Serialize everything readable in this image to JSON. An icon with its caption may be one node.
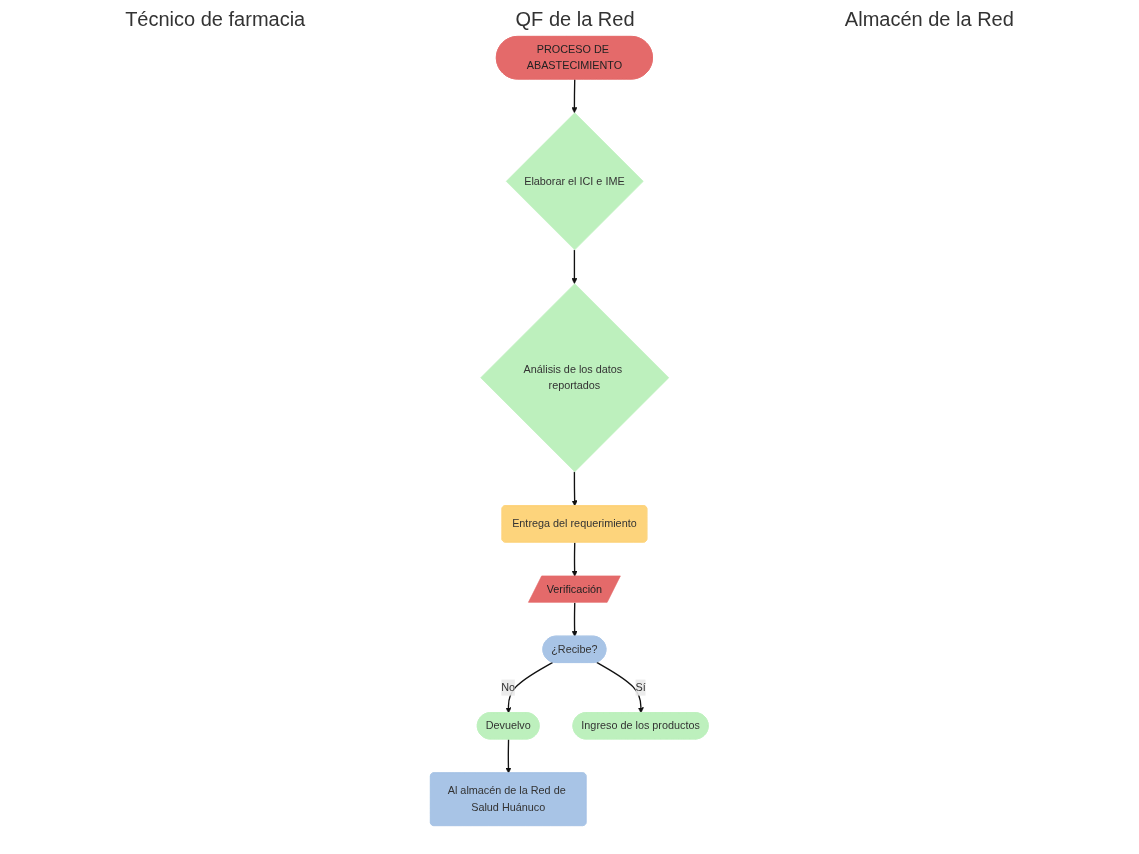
{
  "diagram": {
    "nodes": [
      {
        "text": [
          "PROCESO DE ABASTECIMIENTO"
        ]
      },
      {
        "text": [
          "Elaborar el ICI e IME"
        ]
      },
      {
        "text": [
          "Análisis de los datos reportados"
        ]
      },
      {
        "text": [
          "Entrega del requerimiento"
        ]
      },
      {
        "text": [
          "Verificación"
        ]
      },
      {
        "text": [
          "¿Recibe?"
        ]
      },
      {
        "text": [
          "Devuelvo"
        ]
      },
      {
        "text": [
          "Ingreso de los productos"
        ]
      },
      {
        "text": [
          "Al almacén de la Red de Salud Huánuco"
        ]
      }
    ],
    "edges": [
      {
        "from": 0,
        "to": 1,
        "arrow": "to"
      },
      {
        "from": 1,
        "to": 2,
        "arrow": "to"
      },
      {
        "from": 2,
        "to": 3,
        "arrow": "to"
      },
      {
        "from": 3,
        "to": 4,
        "arrow": "to"
      },
      {
        "from": 4,
        "to": 5,
        "arrow": "to"
      },
      {
        "from": 5,
        "to": 6,
        "label": "No",
        "arrow": "to"
      },
      {
        "from": 5,
        "to": 7,
        "label": "Sí",
        "arrow": "to"
      },
      {
        "from": 6,
        "to": 8,
        "arrow": "to"
      }
    ],
    "labels": [
      "Técnico de farmacia",
      "QF de la Red",
      "Almacén de la Red"
    ]
  }
}
